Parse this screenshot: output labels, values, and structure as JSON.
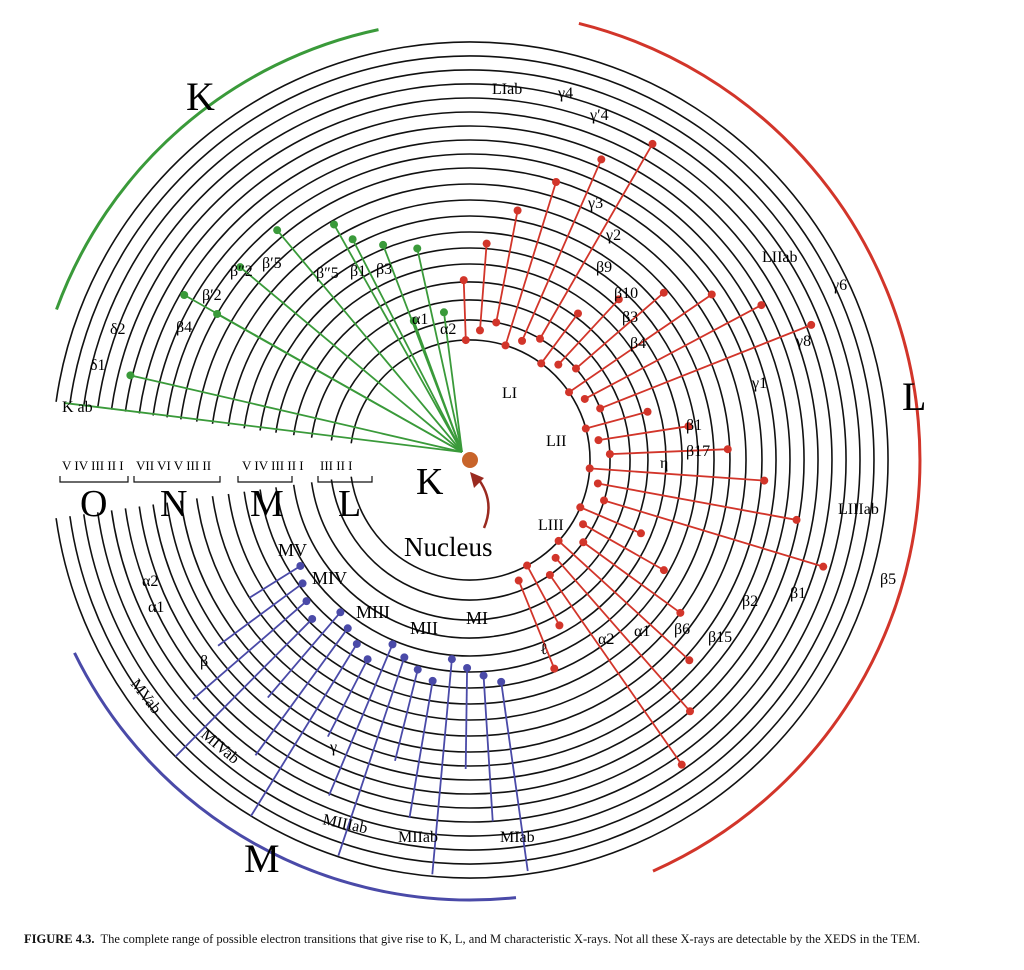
{
  "series_labels": {
    "K": "K",
    "L": "L",
    "M": "M"
  },
  "shell_labels": {
    "O": {
      "name": "O",
      "subshells": "V   IV   III   II   I"
    },
    "N": {
      "name": "N",
      "subshells": "VII VI V III II"
    },
    "M": {
      "name": "M",
      "subshells": "V IV III II I"
    },
    "L": {
      "name": "L",
      "subshells": "III II I"
    }
  },
  "nucleus": {
    "shell_letter": "K",
    "label": "Nucleus"
  },
  "k_lines": [
    {
      "label": "K ab"
    },
    {
      "label": "δ1"
    },
    {
      "label": "δ2"
    },
    {
      "label": "β4"
    },
    {
      "label": "β′2"
    },
    {
      "label": "β″2"
    },
    {
      "label": "β′5"
    },
    {
      "label": "β″5"
    },
    {
      "label": "β1"
    },
    {
      "label": "β3"
    },
    {
      "label": "α1"
    },
    {
      "label": "α2"
    }
  ],
  "l_lines": [
    {
      "label": "LIab"
    },
    {
      "label": "γ4"
    },
    {
      "label": "γ′4"
    },
    {
      "label": "γ3"
    },
    {
      "label": "γ2"
    },
    {
      "label": "β9"
    },
    {
      "label": "β10"
    },
    {
      "label": "β3"
    },
    {
      "label": "β4"
    },
    {
      "label": "LIIab"
    },
    {
      "label": "γ6"
    },
    {
      "label": "γ8"
    },
    {
      "label": "γ1"
    },
    {
      "label": "β1"
    },
    {
      "label": "β17"
    },
    {
      "label": "η"
    },
    {
      "label": "LIIIab"
    },
    {
      "label": "β5"
    },
    {
      "label": "β1"
    },
    {
      "label": "β2"
    },
    {
      "label": "β15"
    },
    {
      "label": "β6"
    },
    {
      "label": "α1"
    },
    {
      "label": "α2"
    },
    {
      "label": "ℓ"
    }
  ],
  "l_subshells": [
    "LI",
    "LII",
    "LIII"
  ],
  "m_lines": [
    {
      "label": "MV"
    },
    {
      "label": "MIV"
    },
    {
      "label": "MIII"
    },
    {
      "label": "MII"
    },
    {
      "label": "MI"
    },
    {
      "label": "α2"
    },
    {
      "label": "α1"
    },
    {
      "label": "β"
    },
    {
      "label": "γ"
    },
    {
      "label": "MVab"
    },
    {
      "label": "MIVab"
    },
    {
      "label": "MIIIab"
    },
    {
      "label": "MIIab"
    },
    {
      "label": "MIab"
    }
  ],
  "caption": {
    "figure_label": "FIGURE 4.3.",
    "text": "The complete range of possible electron transitions that give rise to K, L, and M characteristic X-rays. Not all these X-rays are detectable by the XEDS in the TEM."
  },
  "colors": {
    "k_series": "#3a9a3a",
    "l_series": "#d2352a",
    "m_series": "#4a4aa8",
    "nucleus": "#c8642a",
    "shells": "#111111"
  }
}
